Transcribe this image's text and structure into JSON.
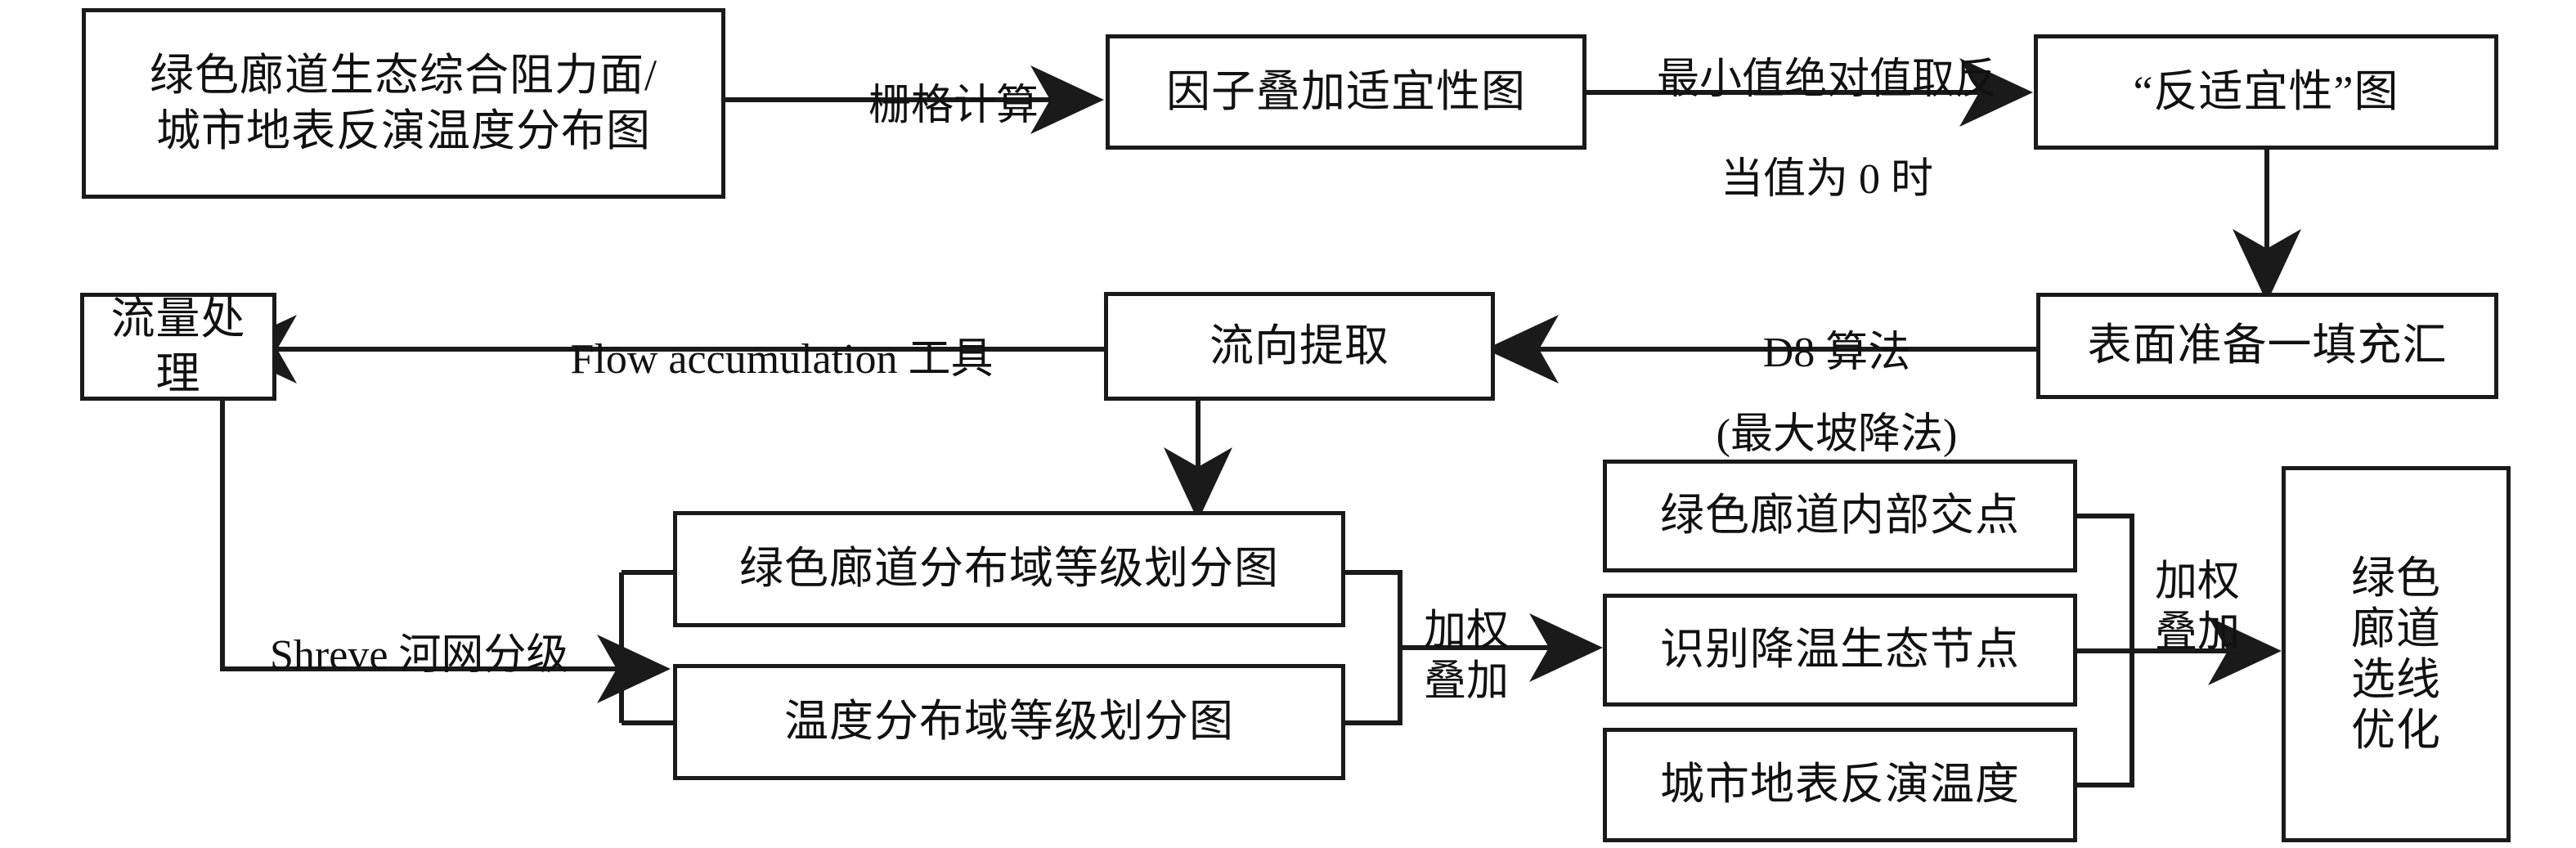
{
  "diagram": {
    "title_present": false,
    "stroke_color": "#1a1a1a",
    "background": "#ffffff",
    "nodes": [
      {
        "id": "n1",
        "label": "绿色廊道生态综合阻力面/\n城市地表反演温度分布图"
      },
      {
        "id": "n2",
        "label": "因子叠加适宜性图"
      },
      {
        "id": "n3",
        "label": "“反适宜性”图"
      },
      {
        "id": "n4",
        "label": "表面准备一填充汇"
      },
      {
        "id": "n5",
        "label": "流向提取"
      },
      {
        "id": "n6",
        "label": "流量处理"
      },
      {
        "id": "n7",
        "label": "绿色廊道分布域等级划分图"
      },
      {
        "id": "n8",
        "label": "温度分布域等级划分图"
      },
      {
        "id": "n9",
        "label": "绿色廊道内部交点"
      },
      {
        "id": "n10",
        "label": "识别降温生态节点"
      },
      {
        "id": "n11",
        "label": "城市地表反演温度"
      },
      {
        "id": "n12",
        "label": "绿色\n廊道\n选线\n优化"
      }
    ],
    "edge_labels": [
      {
        "id": "e1",
        "label": "栅格计算"
      },
      {
        "id": "e2",
        "label": "最小值绝对值取反"
      },
      {
        "id": "e3",
        "label": "当值为 0 时"
      },
      {
        "id": "e4",
        "label": "D8 算法"
      },
      {
        "id": "e5",
        "label": "(最大坡降法)"
      },
      {
        "id": "e6",
        "label": "Flow accumulation 工具"
      },
      {
        "id": "e7",
        "label": "Shreve 河网分级"
      },
      {
        "id": "e8",
        "label": "加权\n叠加"
      },
      {
        "id": "e9",
        "label": "加权\n叠加"
      }
    ]
  }
}
